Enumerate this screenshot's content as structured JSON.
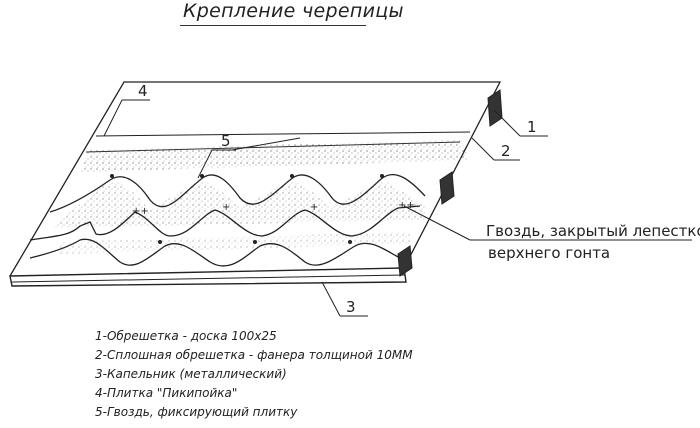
{
  "title": "Крепление черепицы",
  "callout_numbers": [
    "1",
    "2",
    "3",
    "4",
    "5"
  ],
  "nail_callout": {
    "line1": "Гвоздь, закрытый лепестком",
    "line2": "верхнего гонта"
  },
  "legend": [
    "1-Обрешетка - доска 100х25",
    "2-Сплошная обрешетка - фанера толщиной 10ММ",
    "3-Капельник (металлический)",
    "4-Плитка \"Пикипойка\"",
    "5-Гвоздь, фиксирующий плитку"
  ]
}
